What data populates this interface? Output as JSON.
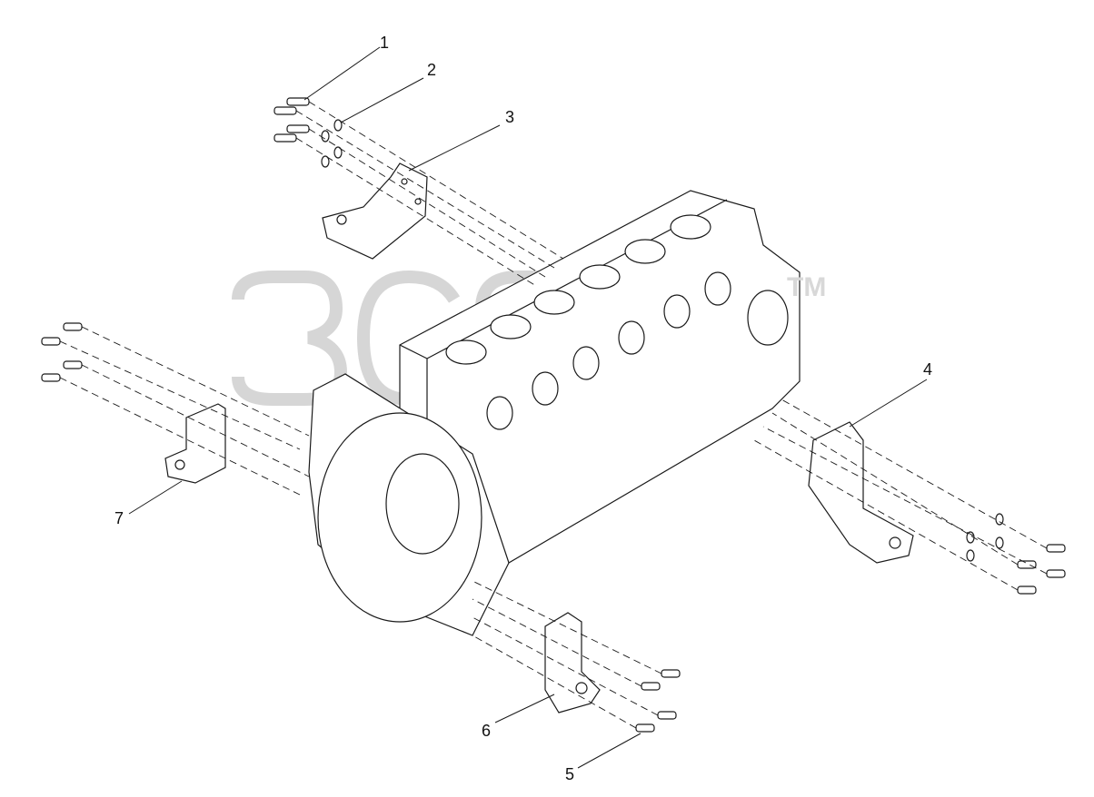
{
  "diagram": {
    "callouts": [
      {
        "id": "1",
        "label": "1"
      },
      {
        "id": "2",
        "label": "2"
      },
      {
        "id": "3",
        "label": "3"
      },
      {
        "id": "4",
        "label": "4"
      },
      {
        "id": "5",
        "label": "5"
      },
      {
        "id": "6",
        "label": "6"
      },
      {
        "id": "7",
        "label": "7"
      }
    ],
    "watermark": {
      "text": "ЗСАР",
      "tm": "TM"
    },
    "colors": {
      "line": "#1a1a1a",
      "watermark": "#d8d8d8",
      "background": "#ffffff"
    }
  }
}
